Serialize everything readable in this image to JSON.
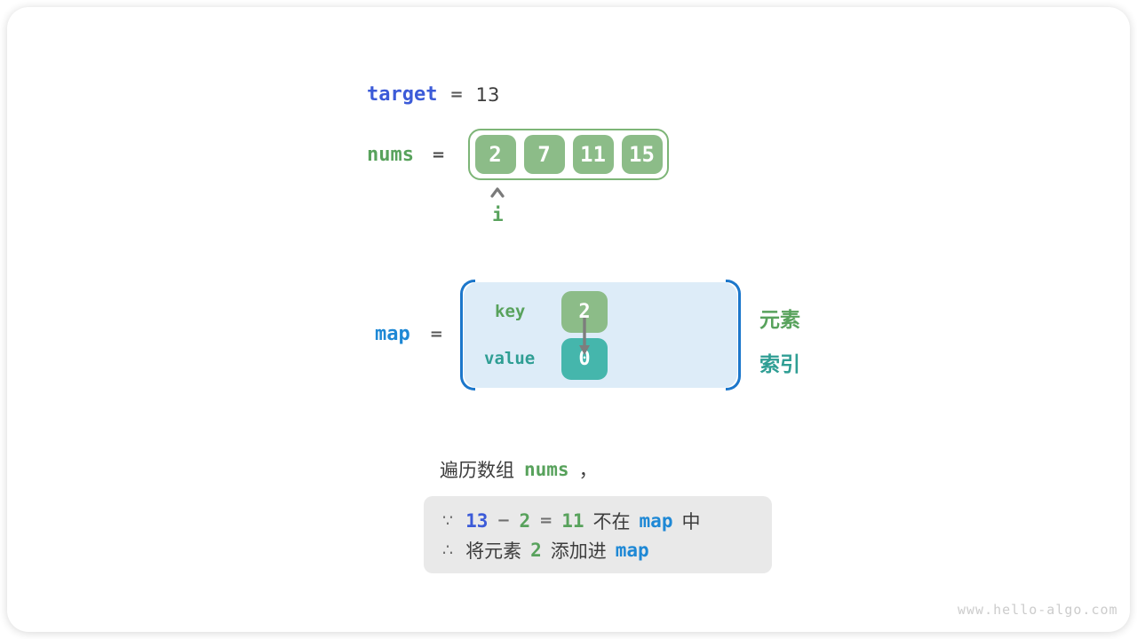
{
  "colors": {
    "royal_blue": "#3c5bd8",
    "sky_blue": "#1e88d5",
    "bracket_blue": "#1c77cb",
    "map_fill": "#ddecf8",
    "green_text": "#58a25c",
    "green_box": "#8cbc88",
    "green_border": "#7db577",
    "teal_text": "#2f9e94",
    "teal_box": "#45b6ac",
    "dark_text": "#3d3d3d",
    "note_bg": "#e9e9e9",
    "watermark_gray": "#cccccc"
  },
  "target_line": {
    "var": "target",
    "eq": "=",
    "value": "13"
  },
  "nums_line": {
    "var": "nums",
    "eq": "=",
    "values": [
      "2",
      "7",
      "11",
      "15"
    ],
    "pointer_label": "i"
  },
  "map_line": {
    "var": "map",
    "eq": "=",
    "key_label": "key",
    "key_value": "2",
    "value_label": "value",
    "value_value": "0",
    "element_label": "元素",
    "index_label": "索引"
  },
  "caption": {
    "prefix": "遍历数组",
    "var": "nums",
    "suffix": "，"
  },
  "note": {
    "line1": [
      {
        "t": "∵"
      },
      {
        "t": "13"
      },
      {
        "t": "−"
      },
      {
        "t": "2"
      },
      {
        "t": "="
      },
      {
        "t": "11"
      },
      {
        "t": "不在"
      },
      {
        "t": "map"
      },
      {
        "t": "中"
      }
    ],
    "line2": [
      {
        "t": "∴"
      },
      {
        "t": "将元素"
      },
      {
        "t": "2"
      },
      {
        "t": "添加进"
      },
      {
        "t": "map"
      }
    ]
  },
  "watermark": "www.hello-algo.com"
}
